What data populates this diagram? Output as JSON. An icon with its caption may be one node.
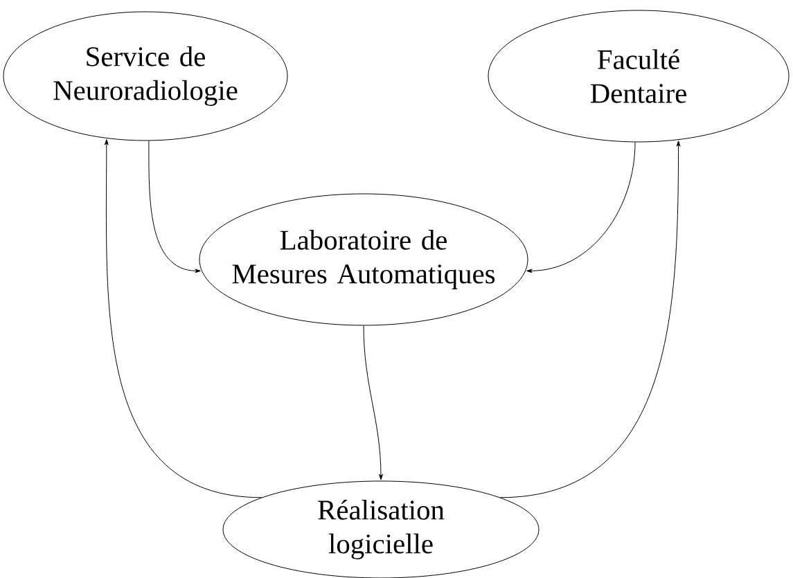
{
  "diagram": {
    "nodes": [
      {
        "text": [
          "Service de Neuroradiologie"
        ]
      },
      {
        "text": [
          "Faculté Dentaire"
        ]
      },
      {
        "text": [
          "Laboratoire de Mesures Automatiques"
        ]
      },
      {
        "text": [
          "Réalisation logicielle"
        ]
      }
    ],
    "edges": [
      {
        "from": 0,
        "to": 2,
        "arrow": "to"
      },
      {
        "from": 1,
        "to": 2,
        "arrow": "to"
      },
      {
        "from": 2,
        "to": 3,
        "arrow": "to"
      },
      {
        "from": 3,
        "to": 0,
        "arrow": "to"
      },
      {
        "from": 3,
        "to": 1,
        "arrow": "to"
      }
    ]
  }
}
